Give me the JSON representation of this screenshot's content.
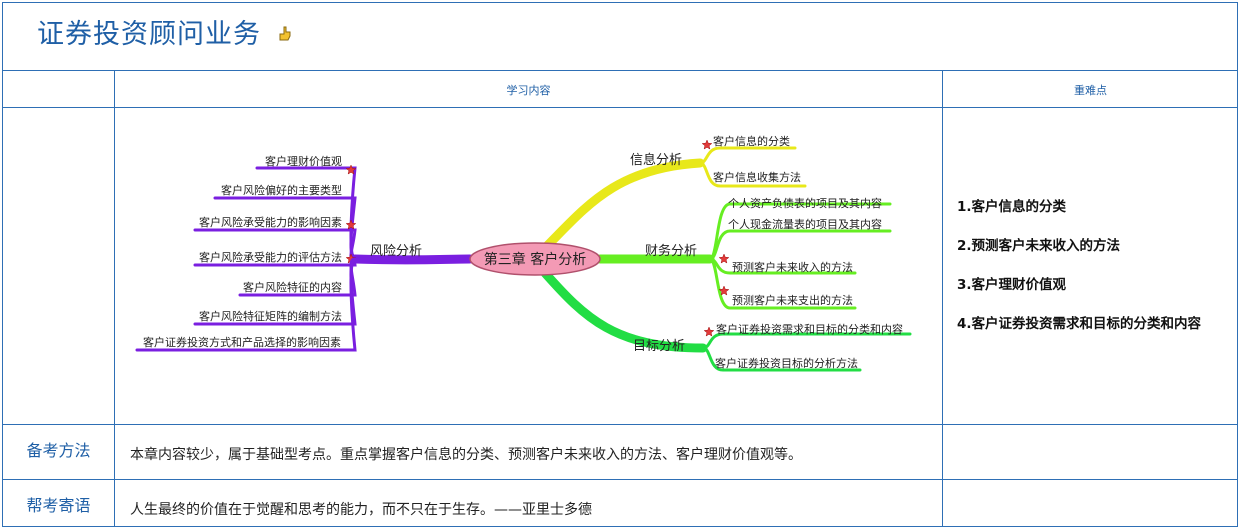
{
  "title": "证券投资顾问业务",
  "header": {
    "col_content": "学习内容",
    "col_key": "重难点"
  },
  "mindmap": {
    "center": "第三章 客户分析",
    "branches": [
      {
        "name": "风险分析",
        "color": "#7a1fe0",
        "items": [
          {
            "label": "客户理财价值观",
            "star": true
          },
          {
            "label": "客户风险偏好的主要类型",
            "star": false
          },
          {
            "label": "客户风险承受能力的影响因素",
            "star": true
          },
          {
            "label": "客户风险承受能力的评估方法",
            "star": true
          },
          {
            "label": "客户风险特征的内容",
            "star": false
          },
          {
            "label": "客户风险特征矩阵的编制方法",
            "star": false
          },
          {
            "label": "客户证券投资方式和产品选择的影响因素",
            "star": false
          }
        ]
      },
      {
        "name": "信息分析",
        "color": "#e8e81a",
        "items": [
          {
            "label": "客户信息的分类",
            "star": true
          },
          {
            "label": "客户信息收集方法",
            "star": false
          }
        ]
      },
      {
        "name": "财务分析",
        "color": "#66ee22",
        "items": [
          {
            "label": "个人资产负债表的项目及其内容",
            "star": false
          },
          {
            "label": "个人现金流量表的项目及其内容",
            "star": false
          },
          {
            "label": "预测客户未来收入的方法",
            "star": true
          },
          {
            "label": "预测客户未来支出的方法",
            "star": true
          }
        ]
      },
      {
        "name": "目标分析",
        "color": "#22dd44",
        "items": [
          {
            "label": "客户证券投资需求和目标的分类和内容",
            "star": true
          },
          {
            "label": "客户证券投资目标的分析方法",
            "star": false
          }
        ]
      }
    ]
  },
  "key_points": [
    "1.客户信息的分类",
    "2.预测客户未来收入的方法",
    "3.客户理财价值观",
    "4.客户证券投资需求和目标的分类和内容"
  ],
  "exam_method": {
    "label": "备考方法",
    "text": "本章内容较少，属于基础型考点。重点掌握客户信息的分类、预测客户未来收入的方法、客户理财价值观等。"
  },
  "message": {
    "label": "帮考寄语",
    "text": "人生最终的价值在于觉醒和思考的能力，而不只在于生存。——亚里士多德"
  }
}
